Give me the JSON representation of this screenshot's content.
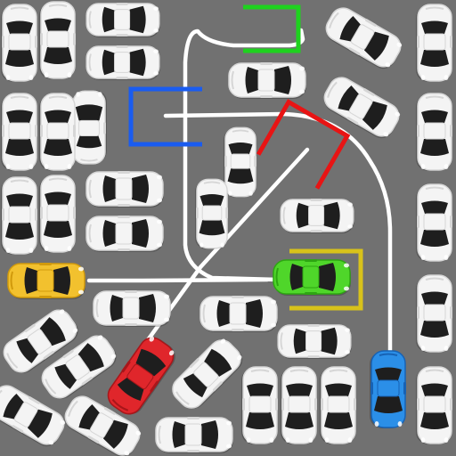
{
  "game": {
    "colors": {
      "asphalt": "#717171",
      "white_car": "#f4f4f4",
      "white_car_shade": "#d6d6d6",
      "window": "#1e1e1e",
      "path_line": "#ffffff"
    },
    "goal_cars": [
      {
        "id": "yellow",
        "color": "#f2c12e",
        "shade": "#d19a0c"
      },
      {
        "id": "green",
        "color": "#4fd62a",
        "shade": "#2ea513"
      },
      {
        "id": "red",
        "color": "#e0262b",
        "shade": "#a8161a"
      },
      {
        "id": "blue",
        "color": "#2b8fe8",
        "shade": "#1762b4"
      }
    ],
    "parking_spots": [
      {
        "id": "green",
        "color": "#1ed21e"
      },
      {
        "id": "blue",
        "color": "#1a5cf0"
      },
      {
        "id": "red",
        "color": "#e81414"
      },
      {
        "id": "yellow",
        "color": "#d8c21a"
      }
    ]
  }
}
